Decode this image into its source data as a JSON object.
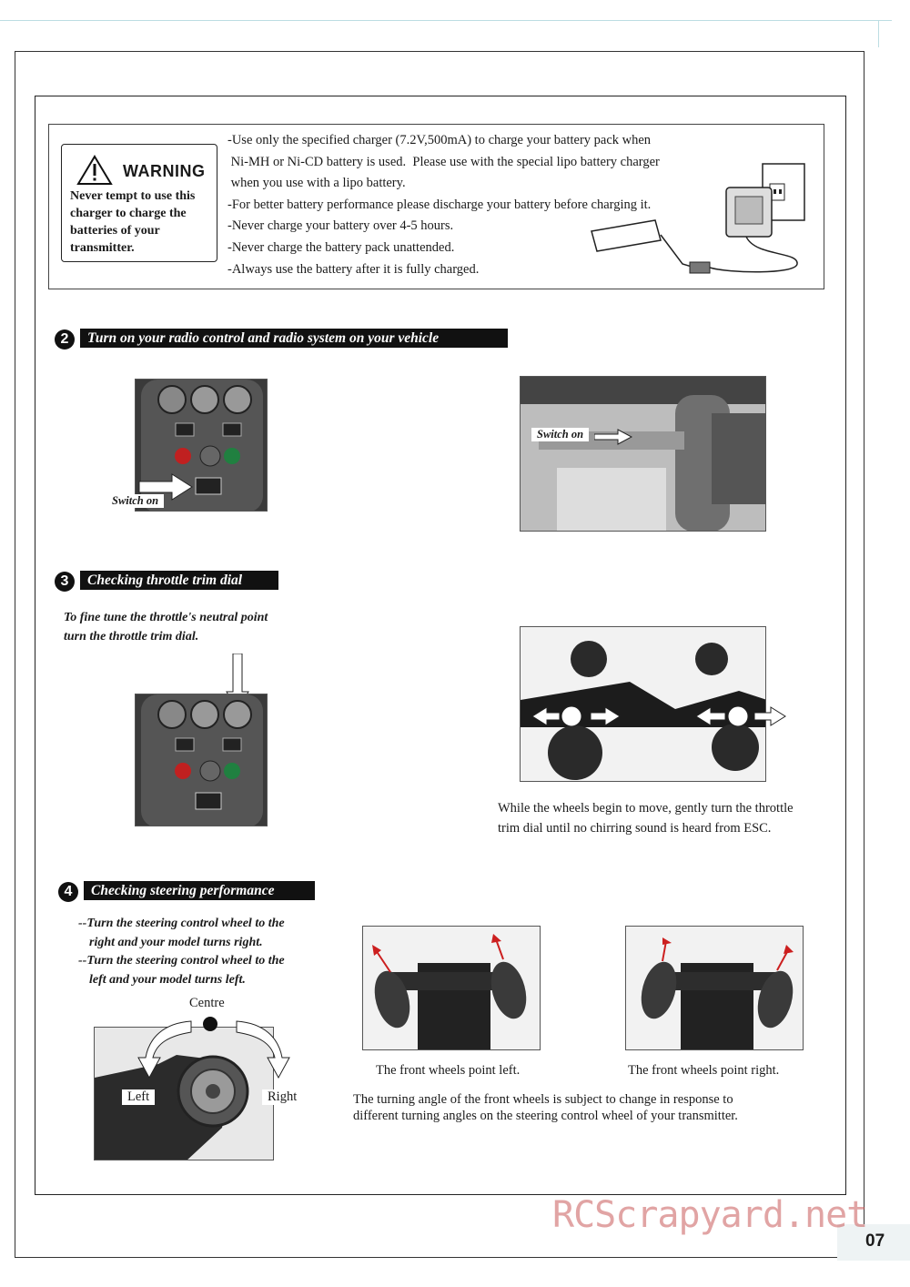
{
  "warning": {
    "title": "WARNING",
    "note": "Never tempt to use this charger to charge the batteries of your transmitter.",
    "instructions": [
      "-Use only the specified charger (7.2V,500mA) to charge your battery pack when",
      " Ni-MH or Ni-CD battery is used.  Please use with the special lipo battery charger",
      " when you use with a lipo battery.",
      "-For better battery performance please discharge your battery before charging it.",
      "-Never charge your battery over 4-5 hours.",
      "-Never  charge the battery pack unattended.",
      "-Always use the battery after it is fully charged."
    ]
  },
  "section2": {
    "number": "2",
    "title": "Turn on your radio control and radio system on your vehicle",
    "left_label": "Switch on",
    "right_label": "Switch on"
  },
  "section3": {
    "number": "3",
    "title": "Checking throttle trim dial",
    "instruction_line1": "To fine tune the throttle's neutral point",
    "instruction_line2": "turn the throttle trim dial.",
    "caption_line1": "While the wheels begin to move, gently turn the throttle",
    "caption_line2": "trim dial until no chirring sound is heard from ESC."
  },
  "section4": {
    "number": "4",
    "title": "Checking steering performance",
    "steps": [
      "--Turn the steering control wheel to the",
      "right and your model turns right.",
      "--Turn the steering control wheel to the",
      "left and your model turns left."
    ],
    "centre_label": "Centre",
    "left_label": "Left",
    "right_label": "Right",
    "caption_left": "The front wheels point left.",
    "caption_right": "The front wheels point right.",
    "note_line1": "The turning angle of the front wheels is subject to change in response to",
    "note_line2": "different turning angles on the steering control wheel of your transmitter."
  },
  "footer": {
    "watermark": "RCScrapyard.net",
    "page_number": "07"
  }
}
